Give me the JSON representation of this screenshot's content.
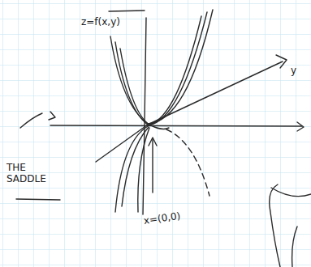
{
  "diagram": {
    "labels": [
      "z=f(x,y)",
      "y",
      "THE SADDLE",
      "x=(0,0)"
    ]
  }
}
